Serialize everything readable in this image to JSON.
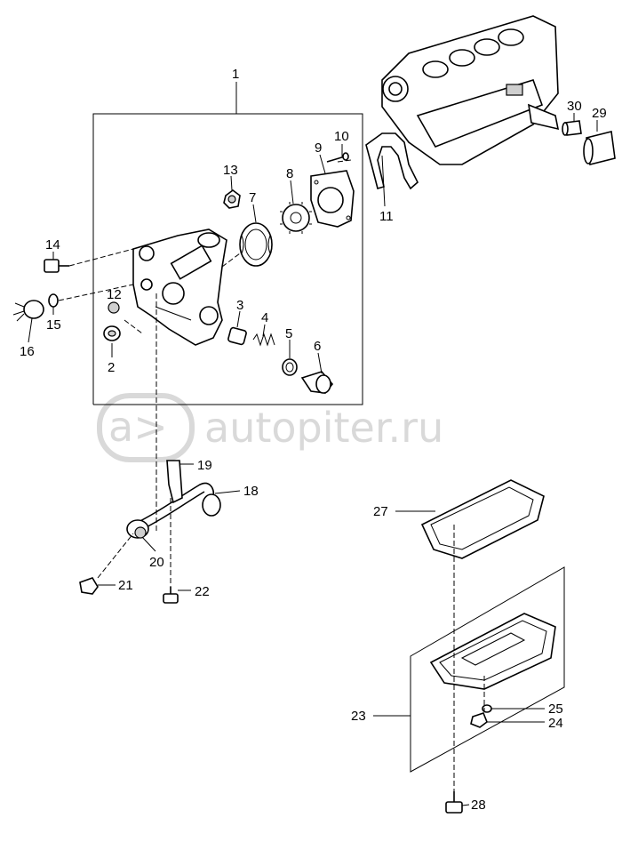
{
  "watermark": {
    "text": "autopiter.ru",
    "logo_glyph": "a>"
  },
  "callouts": {
    "c1": "1",
    "c2": "2",
    "c3": "3",
    "c4": "4",
    "c5": "5",
    "c6": "6",
    "c7": "7",
    "c8": "8",
    "c9": "9",
    "c10": "10",
    "c11": "11",
    "c12": "12",
    "c13": "13",
    "c14": "14",
    "c15": "15",
    "c16": "16",
    "c18": "18",
    "c19": "19",
    "c20": "20",
    "c21": "21",
    "c22": "22",
    "c23": "23",
    "c24": "24",
    "c25": "25",
    "c27": "27",
    "c28": "28",
    "c29": "29",
    "c30": "30"
  }
}
